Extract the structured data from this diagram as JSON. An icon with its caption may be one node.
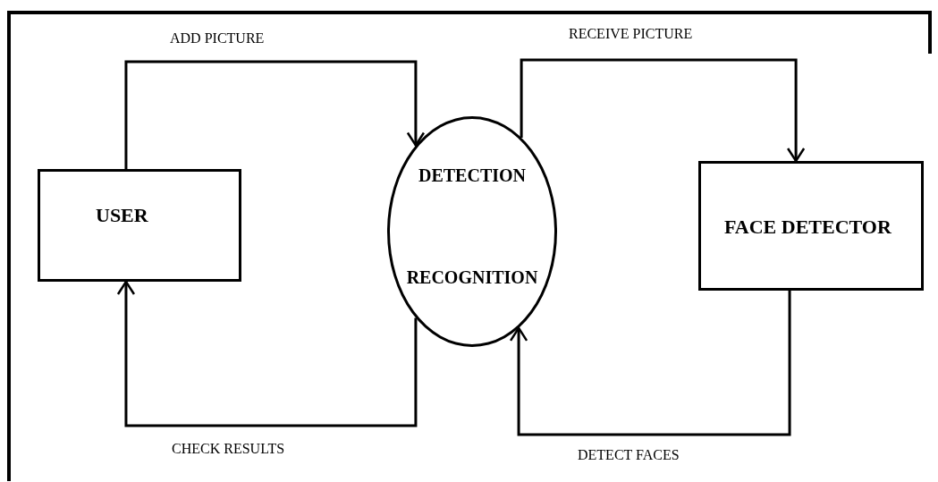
{
  "diagram": {
    "nodes": [
      {
        "text": [
          "USER"
        ]
      },
      {
        "text": [
          "DETECTION",
          "RECOGNITION"
        ]
      },
      {
        "text": [
          "FACE DETECTOR"
        ]
      }
    ],
    "edges": [
      {
        "from": 0,
        "to": 1,
        "arrow": "to",
        "label": "ADD PICTURE"
      },
      {
        "from": 1,
        "to": 2,
        "arrow": "to",
        "label": "RECEIVE PICTURE"
      },
      {
        "from": 2,
        "to": 1,
        "arrow": "to",
        "label": "DETECT FACES"
      },
      {
        "from": 1,
        "to": 0,
        "arrow": "to",
        "label": "CHECK RESULTS"
      }
    ]
  }
}
